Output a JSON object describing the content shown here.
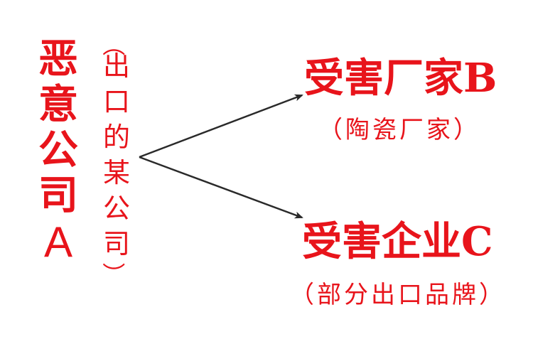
{
  "colors": {
    "text": "#e8141b",
    "arrow": "#2a2a2a",
    "background": "#ffffff"
  },
  "source": {
    "name_chars": [
      "恶",
      "意",
      "公",
      "司"
    ],
    "letter": "A",
    "note_open": "（",
    "note_chars": [
      "出",
      "口",
      "的",
      "某",
      "公",
      "司"
    ],
    "note_close": "）"
  },
  "targets": [
    {
      "title": "受害厂家B",
      "note": "（陶瓷厂家）"
    },
    {
      "title": "受害企业C",
      "note": "（部分出口品牌）"
    }
  ]
}
